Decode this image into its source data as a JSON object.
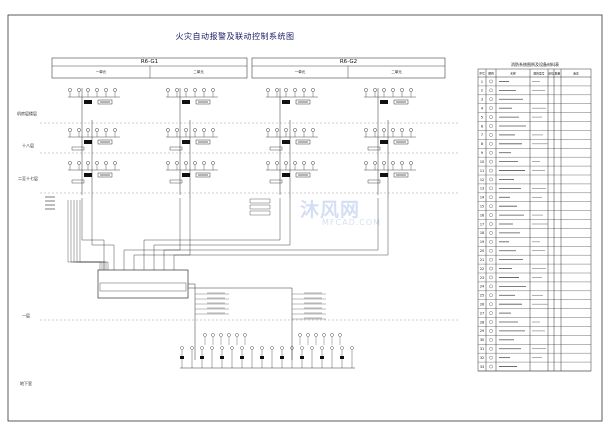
{
  "title": "火灾自动报警及联动控制系统图",
  "blocks": [
    {
      "label": "R6-G1",
      "unit_left": "一单元",
      "unit_right": "二单元"
    },
    {
      "label": "R6-G2",
      "unit_left": "一单元",
      "unit_right": "二单元"
    }
  ],
  "floor_labels": [
    "机房层楼层",
    "十八层",
    "二至十七层",
    "一层",
    "地下室"
  ],
  "legend": {
    "title": "消防系统图例及设备材料表",
    "headers": [
      "序号",
      "图例",
      "名称",
      "规格型号",
      "单位",
      "数量",
      "备注"
    ],
    "row_numbers": [
      "1",
      "2",
      "3",
      "4",
      "5",
      "6",
      "7",
      "8",
      "9",
      "10",
      "11",
      "12",
      "13",
      "14",
      "15",
      "16",
      "17",
      "18",
      "19",
      "20",
      "21",
      "22",
      "23",
      "24",
      "25",
      "26",
      "27",
      "28",
      "29",
      "30",
      "31",
      "32",
      "33"
    ]
  },
  "watermark": "沐风网",
  "watermark_url": "MFCAD.COM"
}
